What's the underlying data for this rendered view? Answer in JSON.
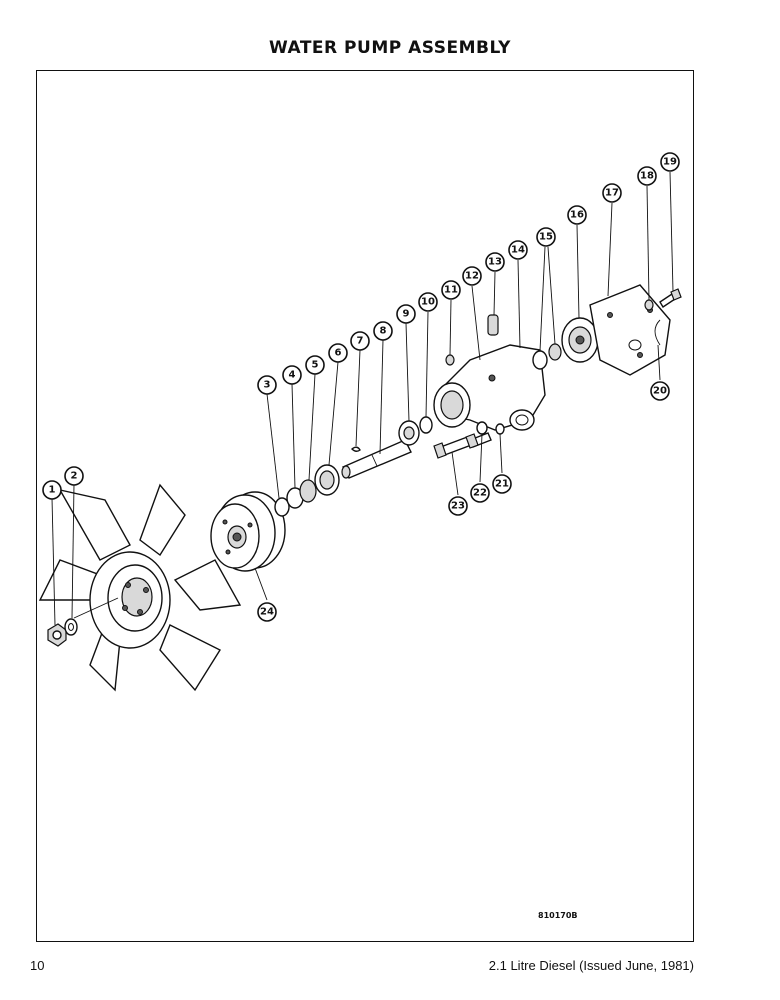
{
  "page": {
    "title": "WATER PUMP ASSEMBLY",
    "page_number": "10",
    "footer": "2.1 Litre Diesel (Issued June, 1981)",
    "drawing_number": "810170B"
  },
  "callouts": [
    {
      "label": "1"
    },
    {
      "label": "2"
    },
    {
      "label": "3"
    },
    {
      "label": "4"
    },
    {
      "label": "5"
    },
    {
      "label": "6"
    },
    {
      "label": "7"
    },
    {
      "label": "8"
    },
    {
      "label": "9"
    },
    {
      "label": "10"
    },
    {
      "label": "11"
    },
    {
      "label": "12"
    },
    {
      "label": "13"
    },
    {
      "label": "14"
    },
    {
      "label": "15"
    },
    {
      "label": "16"
    },
    {
      "label": "17"
    },
    {
      "label": "18"
    },
    {
      "label": "19"
    },
    {
      "label": "20"
    },
    {
      "label": "21"
    },
    {
      "label": "22"
    },
    {
      "label": "23"
    },
    {
      "label": "24"
    }
  ]
}
